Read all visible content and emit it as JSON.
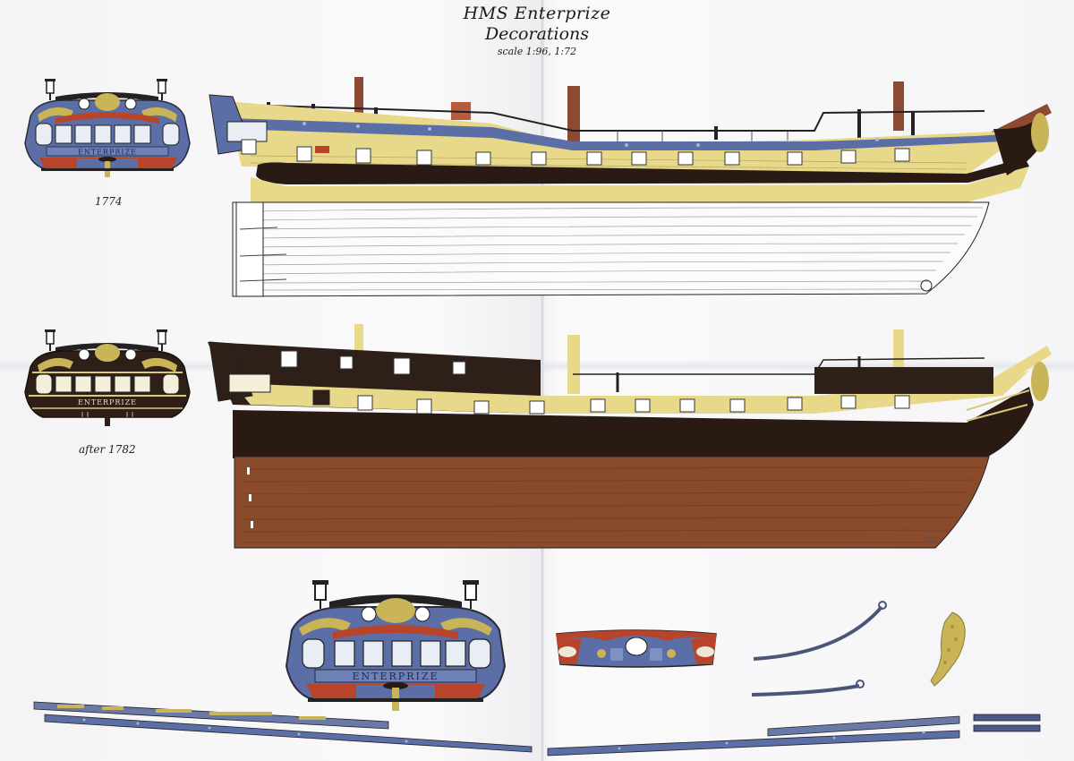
{
  "header": {
    "title_line1": "HMS Enterprize",
    "title_line2": "Decorations",
    "scale": "scale 1:96, 1:72"
  },
  "stern_views": [
    {
      "caption": "1774",
      "nameplate": "ENTERPRIZE",
      "scheme": "blue"
    },
    {
      "caption": "after 1782",
      "nameplate": "ENTERPRIZE",
      "scheme": "black"
    }
  ],
  "large_stern": {
    "nameplate": "ENTERPRIZE"
  },
  "profiles": [
    {
      "name": "profile-1774",
      "lower_hull": "white planked (unpainted)",
      "wale": "black",
      "topsides": "yellow ochre",
      "frieze": "blue"
    },
    {
      "name": "profile-after-1782",
      "lower_hull": "copper sheathing",
      "wale": "black",
      "topsides": "yellow ochre / black"
    }
  ],
  "colors": {
    "yellow": "#e8d88a",
    "black": "#2a1a14",
    "blue": "#5b6fa6",
    "copper": "#8a4a2c",
    "red": "#b8442c",
    "gold": "#c9b457",
    "mast_brown": "#8c4a32",
    "paper": "#f7f7f9"
  },
  "details": [
    {
      "name": "counter-panel"
    },
    {
      "name": "head-rail-upper"
    },
    {
      "name": "head-rail-lower"
    },
    {
      "name": "figurehead"
    },
    {
      "name": "frieze-strip-port"
    },
    {
      "name": "frieze-strip-starboard"
    }
  ]
}
